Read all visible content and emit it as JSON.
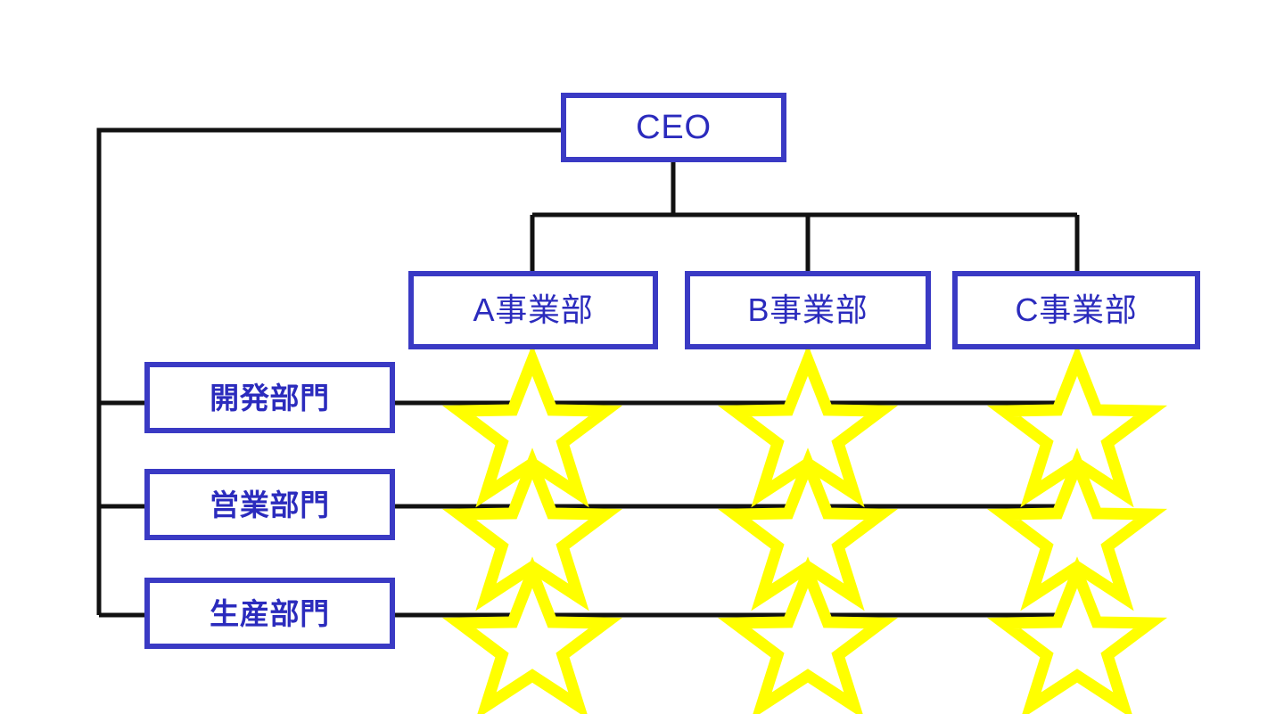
{
  "diagram": {
    "type": "matrix-organization-chart",
    "background_color": "#ffffff",
    "box_border_color": "#3a3ac4",
    "box_text_color": "#2b2bbd",
    "connector_color": "#111111",
    "marker_color": "#ffff00",
    "marker_icon": "star-icon"
  },
  "ceo": {
    "label": "CEO"
  },
  "divisions": [
    {
      "id": "a",
      "label": "A事業部"
    },
    {
      "id": "b",
      "label": "B事業部"
    },
    {
      "id": "c",
      "label": "C事業部"
    }
  ],
  "departments": [
    {
      "id": "dev",
      "label": "開発部門"
    },
    {
      "id": "sales",
      "label": "営業部門"
    },
    {
      "id": "prod",
      "label": "生産部門"
    }
  ],
  "intersections": [
    {
      "department": "開発部門",
      "division": "A事業部",
      "marker": "star"
    },
    {
      "department": "開発部門",
      "division": "B事業部",
      "marker": "star"
    },
    {
      "department": "開発部門",
      "division": "C事業部",
      "marker": "star"
    },
    {
      "department": "営業部門",
      "division": "A事業部",
      "marker": "star"
    },
    {
      "department": "営業部門",
      "division": "B事業部",
      "marker": "star"
    },
    {
      "department": "営業部門",
      "division": "C事業部",
      "marker": "star"
    },
    {
      "department": "生産部門",
      "division": "A事業部",
      "marker": "star"
    },
    {
      "department": "生産部門",
      "division": "B事業部",
      "marker": "star"
    },
    {
      "department": "生産部門",
      "division": "C事業部",
      "marker": "star"
    }
  ],
  "chart_data": {
    "type": "diagram",
    "title": "",
    "nodes": [
      {
        "id": "ceo",
        "label": "CEO",
        "level": 0,
        "kind": "executive"
      },
      {
        "id": "div_a",
        "label": "A事業部",
        "level": 1,
        "kind": "division"
      },
      {
        "id": "div_b",
        "label": "B事業部",
        "level": 1,
        "kind": "division"
      },
      {
        "id": "div_c",
        "label": "C事業部",
        "level": 1,
        "kind": "division"
      },
      {
        "id": "dep_1",
        "label": "開発部門",
        "level": 1,
        "kind": "department"
      },
      {
        "id": "dep_2",
        "label": "営業部門",
        "level": 1,
        "kind": "department"
      },
      {
        "id": "dep_3",
        "label": "生産部門",
        "level": 1,
        "kind": "department"
      }
    ],
    "edges": [
      {
        "from": "ceo",
        "to": "div_a"
      },
      {
        "from": "ceo",
        "to": "div_b"
      },
      {
        "from": "ceo",
        "to": "div_c"
      },
      {
        "from": "ceo",
        "to": "dep_1"
      },
      {
        "from": "ceo",
        "to": "dep_2"
      },
      {
        "from": "ceo",
        "to": "dep_3"
      }
    ],
    "matrix_markers": 9,
    "legend": []
  }
}
